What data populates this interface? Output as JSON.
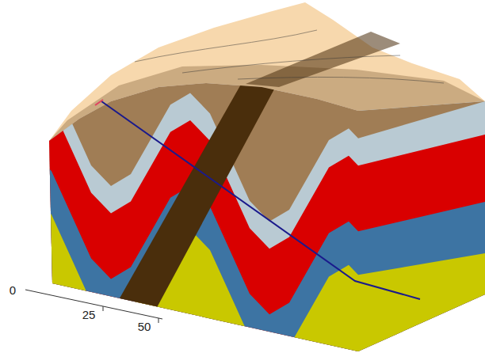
{
  "diagram": {
    "labels": [
      "0",
      "25",
      "50"
    ]
  }
}
